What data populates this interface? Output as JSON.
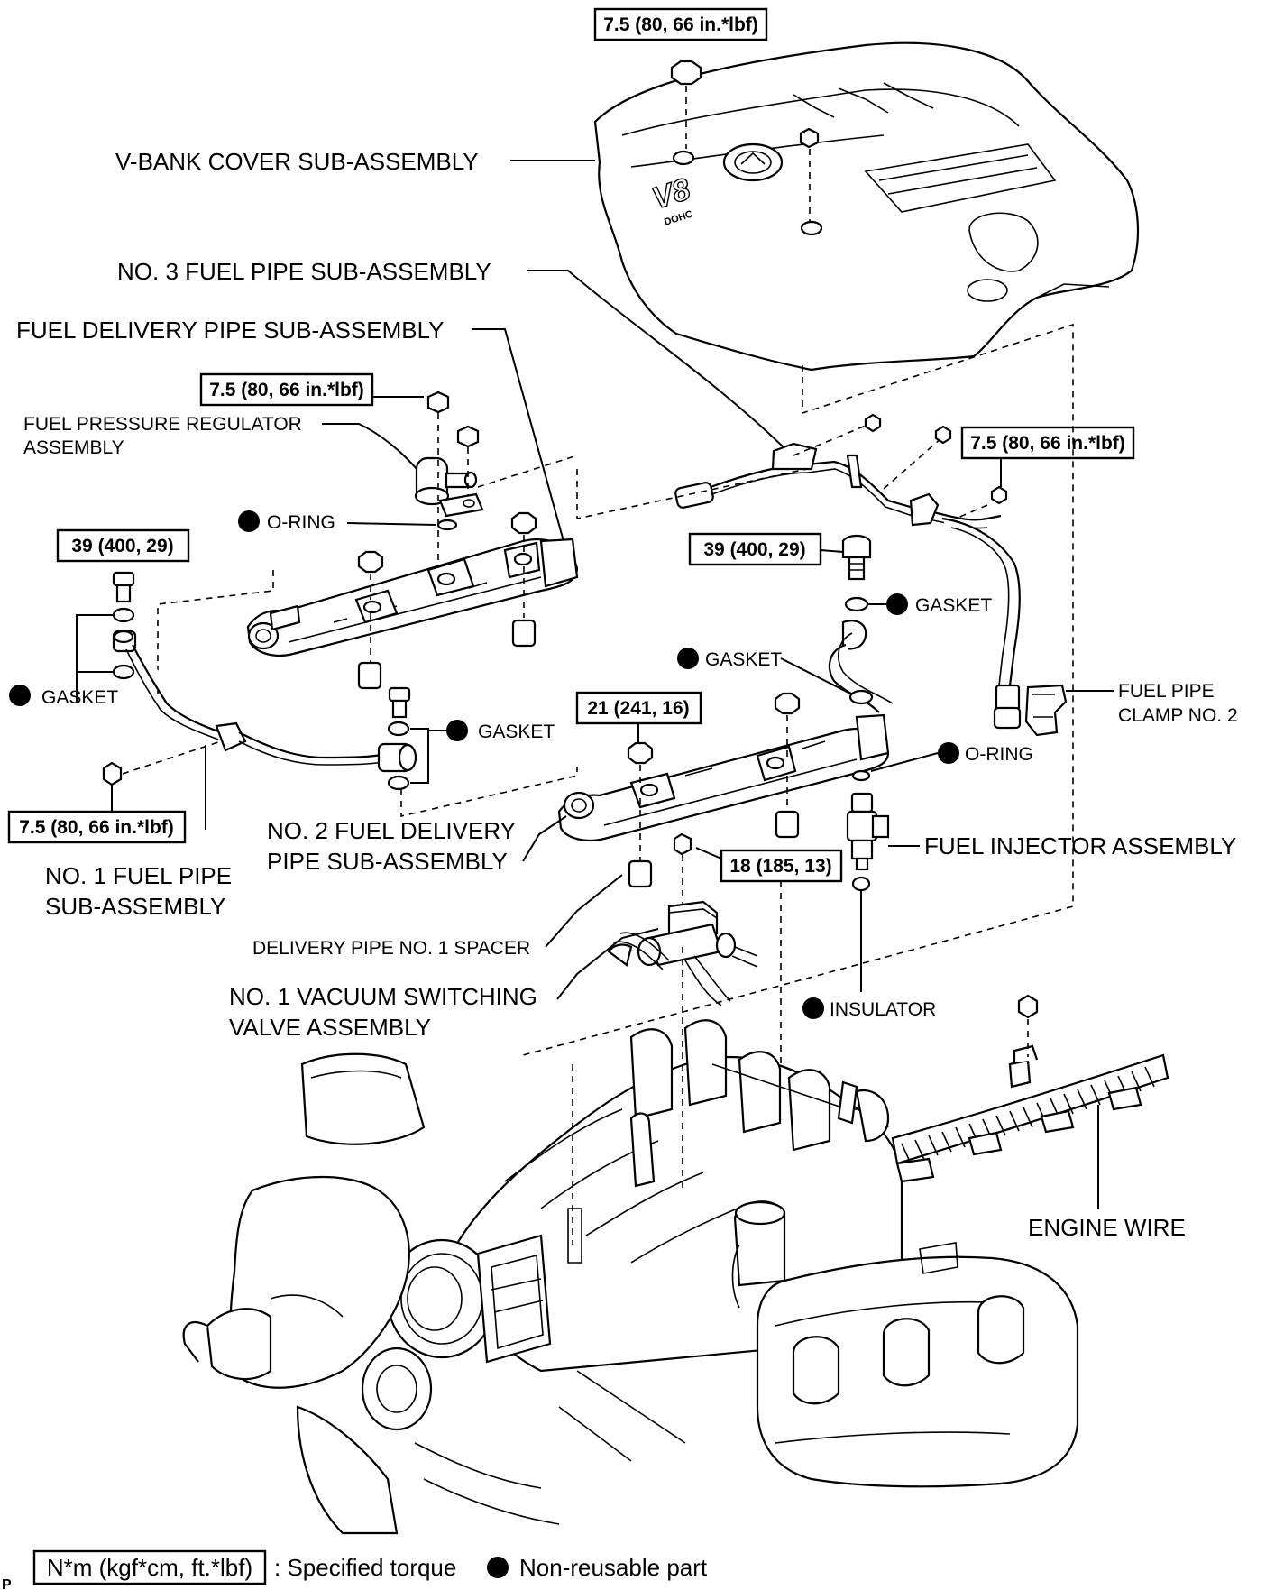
{
  "labels": {
    "vbank_cover": "V-BANK COVER SUB-ASSEMBLY",
    "no3_fuel_pipe": "NO. 3 FUEL PIPE SUB-ASSEMBLY",
    "fuel_delivery_pipe": "FUEL DELIVERY PIPE SUB-ASSEMBLY",
    "fuel_pressure_regulator_1": "FUEL PRESSURE REGULATOR",
    "fuel_pressure_regulator_2": "ASSEMBLY",
    "o_ring_left": "O-RING",
    "o_ring_right": "O-RING",
    "gasket_left": "GASKET",
    "gasket_mid": "GASKET",
    "gasket_upper_right": "GASKET",
    "gasket_center": "GASKET",
    "fuel_pipe_clamp_1": "FUEL PIPE",
    "fuel_pipe_clamp_2": "CLAMP NO. 2",
    "no2_fuel_delivery_1": "NO. 2 FUEL DELIVERY",
    "no2_fuel_delivery_2": "PIPE SUB-ASSEMBLY",
    "fuel_injector": "FUEL INJECTOR ASSEMBLY",
    "no1_fuel_pipe_1": "NO. 1 FUEL PIPE",
    "no1_fuel_pipe_2": "SUB-ASSEMBLY",
    "delivery_spacer": "DELIVERY PIPE NO. 1 SPACER",
    "vsv_1": "NO. 1 VACUUM SWITCHING",
    "vsv_2": "VALVE ASSEMBLY",
    "insulator": "INSULATOR",
    "engine_wire": "ENGINE WIRE",
    "corner_mark": "P"
  },
  "torques": {
    "top_cover": "7.5 (80, 66 in.*lbf)",
    "regulator": "7.5 (80, 66 in.*lbf)",
    "no3_pipe_bolt": "7.5 (80, 66 in.*lbf)",
    "union_left": "39 (400, 29)",
    "union_right": "39 (400, 29)",
    "no1_pipe_bolt": "7.5 (80, 66 in.*lbf)",
    "delivery_pipe_nut": "21 (241, 16)",
    "vsv_bolt": "18 (185, 13)"
  },
  "legend": {
    "unit_box": "N*m (kgf*cm, ft.*lbf)",
    "torque_text": ": Specified torque",
    "nonreusable_text": "Non-reusable part"
  },
  "cover_badge": {
    "text": "V8",
    "subtext": "DOHC"
  }
}
